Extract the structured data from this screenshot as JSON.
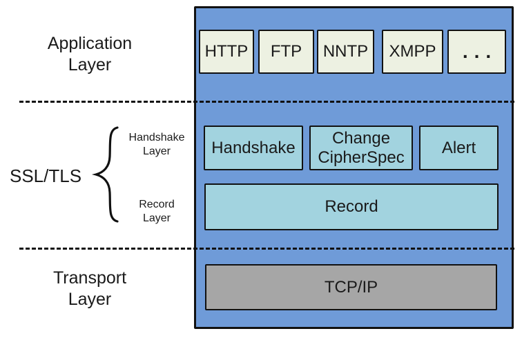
{
  "colors": {
    "container_bg": "#6f9bd8",
    "app_box_bg": "#edf1e2",
    "ssl_box_bg": "#a2d3df",
    "transport_box_bg": "#a6a6a6",
    "border": "#111111",
    "text": "#1a1a1a",
    "page_bg": "#ffffff"
  },
  "left_labels": {
    "application": [
      "Application",
      "Layer"
    ],
    "ssl_tls": "SSL/TLS",
    "handshake": [
      "Handshake",
      "Layer"
    ],
    "record": [
      "Record",
      "Layer"
    ],
    "transport": [
      "Transport",
      "Layer"
    ]
  },
  "application_layer": {
    "boxes": [
      "HTTP",
      "FTP",
      "NNTP",
      "XMPP",
      "..."
    ]
  },
  "ssl_layer": {
    "handshake_boxes": [
      "Handshake",
      "Change CipherSpec",
      "Alert"
    ],
    "record_box": "Record"
  },
  "transport_layer": {
    "box": "TCP/IP"
  }
}
